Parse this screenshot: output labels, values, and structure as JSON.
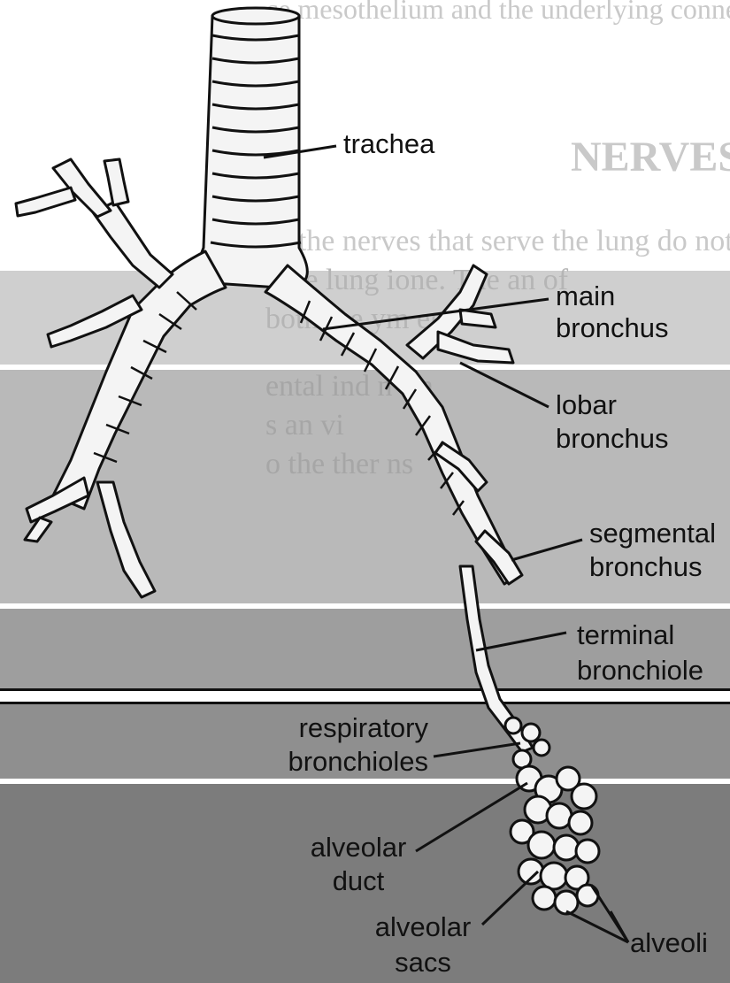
{
  "colors": {
    "page_white": "#ffffff",
    "band_light": "#cfcfcf",
    "band_mid": "#b9b9b9",
    "band_dark": "#9e9e9e",
    "band_darker": "#8f8f8f",
    "band_darkest": "#7c7c7c",
    "ink": "#111111",
    "tissue": "#f4f4f4"
  },
  "background_text": {
    "top_line": "ce mesothelium and the underlying connective tissu",
    "heading": "NERVES",
    "lines": [
      "of the nerves that serve the lung  do not s   ate",
      "t the lung      ione. The        an  of",
      "both         the  ym      em",
      "ental              ind       n fin",
      "s          an       vi",
      "o the            ther  ns"
    ]
  },
  "labels": {
    "trachea": "trachea",
    "main_bronchus": [
      "main",
      "bronchus"
    ],
    "lobar_bronchus": [
      "lobar",
      "bronchus"
    ],
    "segmental_bronchus": [
      "segmental",
      "bronchus"
    ],
    "terminal_bronchiole": [
      "terminal",
      "bronchiole"
    ],
    "respiratory_bronchioles": [
      "respiratory",
      "bronchioles"
    ],
    "alveolar_duct": [
      "alveolar",
      "duct"
    ],
    "alveolar_sacs": [
      "alveolar",
      "sacs"
    ],
    "alveoli": "alveoli"
  }
}
